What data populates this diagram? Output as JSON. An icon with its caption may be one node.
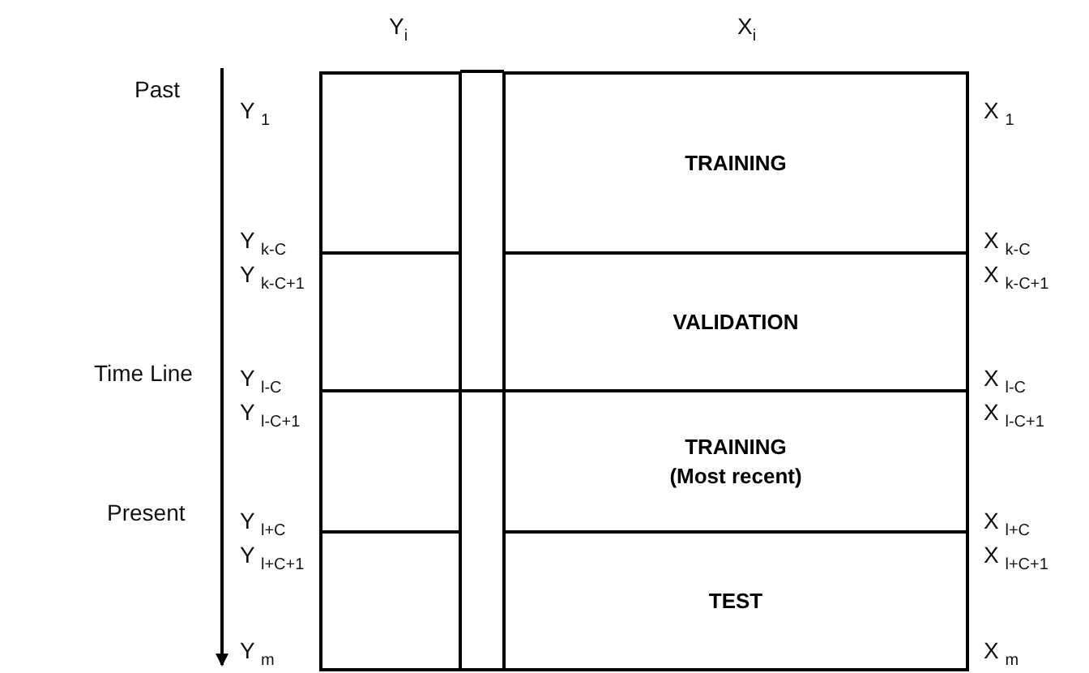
{
  "diagram": {
    "nodes": [
      {
        "text": [],
        "shape": "box"
      },
      {
        "text": [
          "TRAINING"
        ]
      },
      {
        "text": [],
        "shape": "box"
      },
      {
        "text": [
          "VALIDATION"
        ]
      },
      {
        "text": [],
        "shape": "box"
      },
      {
        "text": [
          "TRAINING",
          "(Most recent)"
        ]
      },
      {
        "text": [],
        "shape": "box"
      },
      {
        "text": [
          "TEST"
        ]
      }
    ],
    "edges": [],
    "labels": [
      "Y$_{i}$",
      "X$_{i}$",
      "Past",
      "Time Line",
      "Present",
      "Y $_{1}$",
      "Y $_{k-C}$",
      "Y $_{k-C+1}$",
      "Y $_{l-C}$",
      "Y $_{l-C+1}$",
      "Y $_{l+C}$",
      "Y $_{l+C+1}$",
      "Y $_{m}$",
      "X $_{1}$",
      "X $_{k-C}$",
      "X $_{k-C+1}$",
      "X $_{l-C}$",
      "X $_{l-C+1}$",
      "X $_{l+C}$",
      "X $_{l+C+1}$",
      "X $_{m}$"
    ]
  }
}
